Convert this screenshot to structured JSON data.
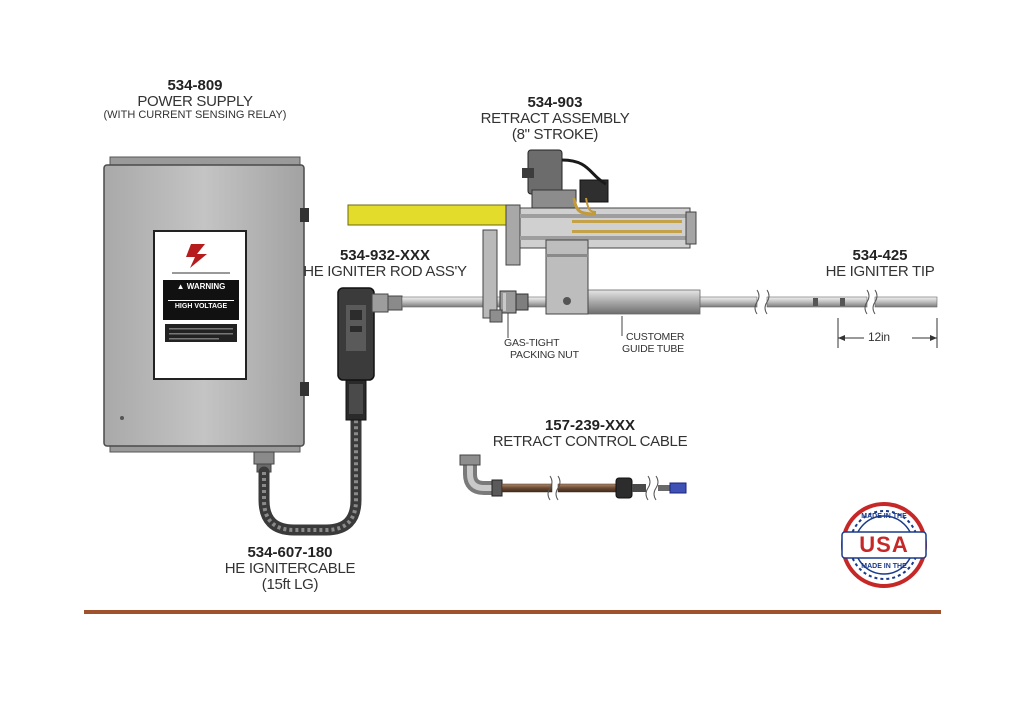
{
  "components": {
    "power_supply": {
      "part_number": "534-809",
      "name": "POWER SUPPLY",
      "note": "(WITH CURRENT SENSING RELAY)"
    },
    "retract_assembly": {
      "part_number": "534-903",
      "name": "RETRACT ASSEMBLY",
      "note": "(8\" STROKE)"
    },
    "igniter_rod": {
      "part_number": "534-932-XXX",
      "name": "HE IGNITER ROD ASS'Y"
    },
    "igniter_tip": {
      "part_number": "534-425",
      "name": "HE IGNITER TIP",
      "dimension": "12in"
    },
    "retract_control_cable": {
      "part_number": "157-239-XXX",
      "name": "RETRACT CONTROL CABLE"
    },
    "igniter_cable": {
      "part_number": "534-607-180",
      "name": "HE IGNITERCABLE",
      "note": "(15ft LG)"
    }
  },
  "callouts": {
    "packing_nut": [
      "GAS-TIGHT",
      "PACKING NUT"
    ],
    "guide_tube": [
      "CUSTOMER",
      "GUIDE TUBE"
    ]
  },
  "warning_label": {
    "title": "WARNING",
    "subtitle": "HIGH VOLTAGE"
  },
  "badge": {
    "top": "MADE IN THE",
    "center": "USA",
    "bottom": "MADE IN THE"
  },
  "colors": {
    "rule": "#a0522d",
    "yellow_handle": "#e3dc2a",
    "enclosure": "#b9b9b9",
    "badge_red": "#c62828",
    "badge_blue": "#1a3a8a"
  }
}
